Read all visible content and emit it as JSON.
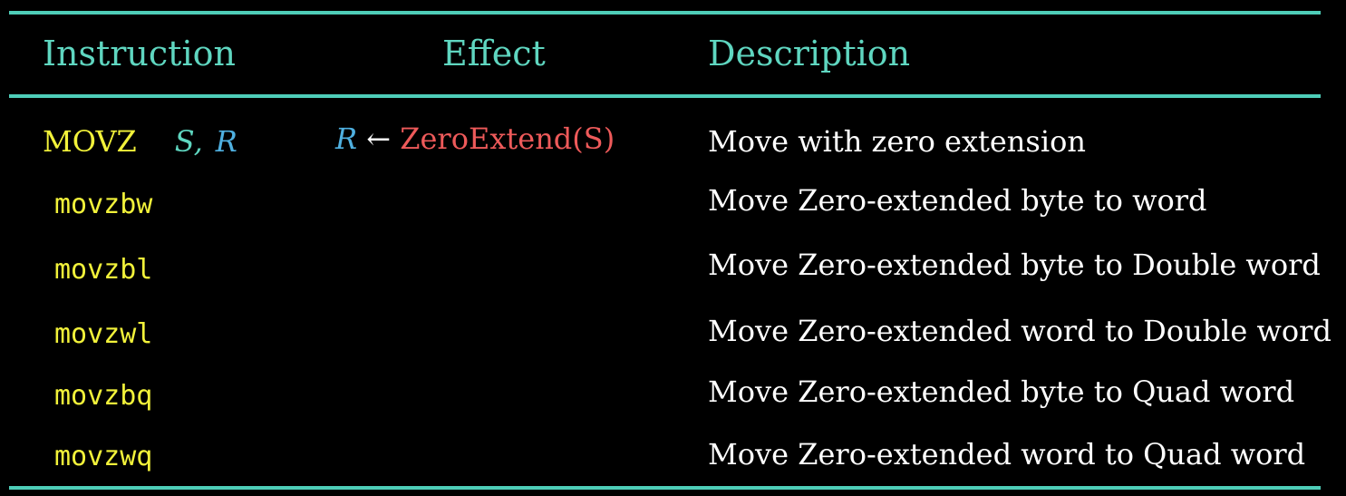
{
  "colors": {
    "background": "#000000",
    "rule": "#4ecdb8",
    "header": "#5fd6c0",
    "mnemonic": "#f2f23a",
    "operand_s": "#5fd6c0",
    "operand_r": "#4fb0e0",
    "function": "#ee5a5a",
    "text": "#ffffff"
  },
  "headers": {
    "instruction": "Instruction",
    "effect": "Effect",
    "description": "Description"
  },
  "main_row": {
    "mnemonic": "MOVZ",
    "operand_s": "S,",
    "operand_r": "R",
    "effect_dest": "R",
    "effect_arrow": "←",
    "effect_expr": "ZeroExtend(S)",
    "description": "Move with zero extension"
  },
  "rows": [
    {
      "instruction": "movzbw",
      "description": "Move Zero-extended byte to word"
    },
    {
      "instruction": "movzbl",
      "description": "Move Zero-extended byte to Double word"
    },
    {
      "instruction": "movzwl",
      "description": "Move Zero-extended word to Double word"
    },
    {
      "instruction": "movzbq",
      "description": "Move Zero-extended byte to Quad word"
    },
    {
      "instruction": "movzwq",
      "description": "Move Zero-extended word to Quad word"
    }
  ]
}
